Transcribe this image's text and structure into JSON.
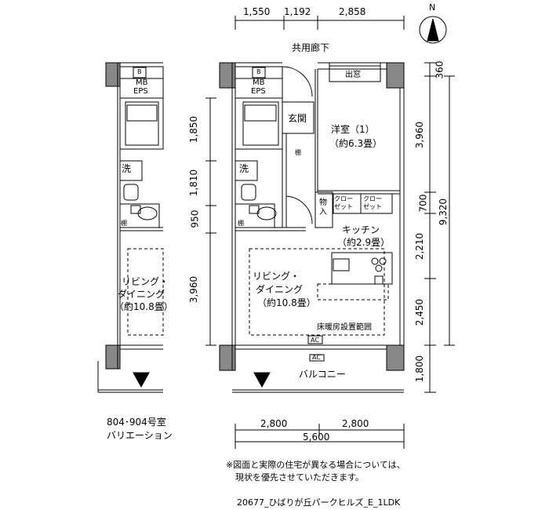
{
  "labels": {
    "corridor": "共用廊下",
    "balcony": "バルコニー",
    "entrance": "玄関",
    "window": "出窓",
    "bedroom_name": "洋室（1）",
    "bedroom_size": "（約6.3畳）",
    "closet_1": "クロー\nゼット",
    "closet_2": "クロー\nゼット",
    "storage": "物\n入",
    "kitchen_name": "キッチン",
    "kitchen_size": "（約2.9畳）",
    "living_name_1": "リビング・",
    "living_name_2": "ダイニング",
    "living_size": "（約10.8畳）",
    "floor_heating": "床暖房設置範囲",
    "ac_1": "AC",
    "ac_2": "AC",
    "shelf_1": "棚",
    "shelf_2": "棚",
    "wash": "洗",
    "mb_b": "B",
    "mb_eps_1": "MB",
    "mb_eps_2": "EPS",
    "variant_wash": "洗",
    "variant_shelf": "棚",
    "variant_b": "B",
    "variant_mb": "MB",
    "variant_eps": "EPS",
    "variant_living_1": "リビング・",
    "variant_living_2": "ダイニング",
    "variant_living_size": "（約10.8畳）",
    "variant_caption_1": "804･904号室",
    "variant_caption_2": "バリエーション"
  },
  "dimensions": {
    "top": [
      "1,550",
      "1,192",
      "2,858"
    ],
    "bottom_parts": [
      "2,800",
      "2,800"
    ],
    "bottom_total": "5,600",
    "left": [
      "1,850",
      "1,810",
      "950",
      "3,960"
    ],
    "right": [
      "360",
      "3,960",
      "700",
      "2,210",
      "2,450",
      "1,800"
    ],
    "right_total": "9,320"
  },
  "compass": "N",
  "notes": {
    "line_1": "※図面と実際の住宅が異なる場合については、",
    "line_2": "現状を優先させていただきます。",
    "plan_id": "20677_ひばりが丘パークヒルズ_E_1LDK"
  }
}
